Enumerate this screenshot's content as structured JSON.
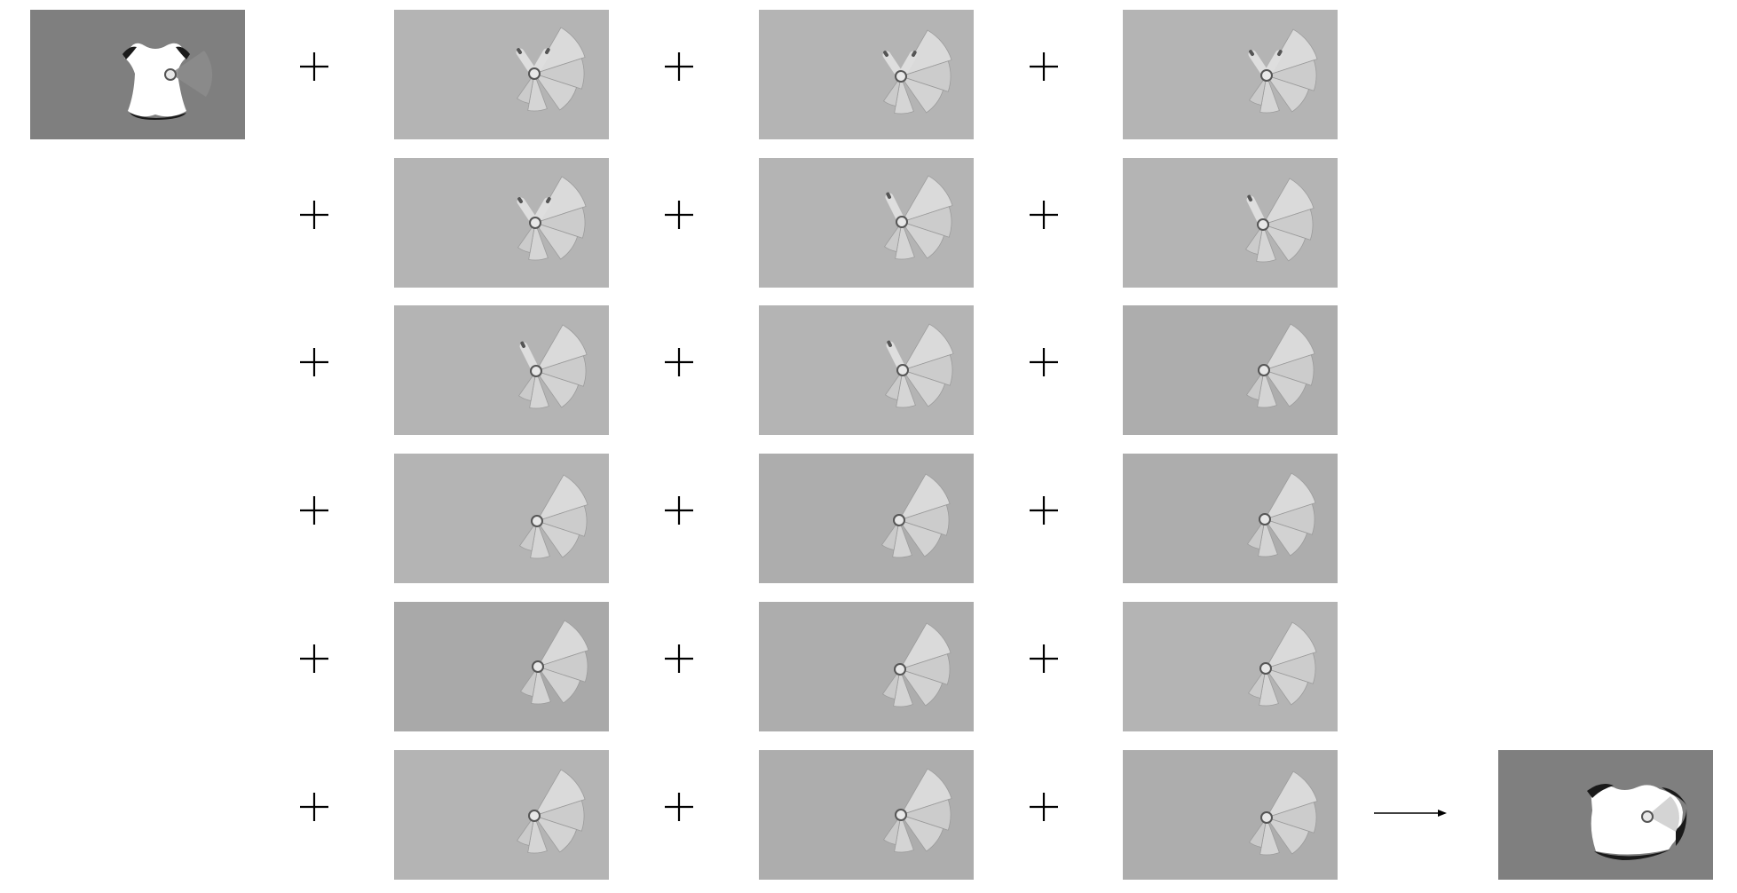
{
  "colors": {
    "background": "#ffffff",
    "operator": "#000000",
    "dark_panel": "#7f7f7f",
    "light_panel_a": "#b4b4b4",
    "light_panel_b": "#adadad",
    "light_panel_c": "#a9a9a9",
    "mask_white": "#ffffff",
    "mask_dark": "#1a1a1a",
    "component_light": "#dedede",
    "component_shadow": "#9a9a9a",
    "joint_ring": "#555555"
  },
  "equation": {
    "operator_symbol": "+",
    "result_symbol": "arrow-right",
    "input": {
      "kind": "full-shirt-mask",
      "panel": "dark_panel"
    },
    "terms": [
      {
        "row": 1,
        "col": 1,
        "shape": "x-arms-fan",
        "panel": "light_panel_a"
      },
      {
        "row": 1,
        "col": 2,
        "shape": "x-arms-fan",
        "panel": "light_panel_a"
      },
      {
        "row": 1,
        "col": 3,
        "shape": "x-arms-fan",
        "panel": "light_panel_a"
      },
      {
        "row": 2,
        "col": 1,
        "shape": "x-arms-fan",
        "panel": "light_panel_a"
      },
      {
        "row": 2,
        "col": 2,
        "shape": "single-arm-fan",
        "panel": "light_panel_a"
      },
      {
        "row": 2,
        "col": 3,
        "shape": "single-arm-fan",
        "panel": "light_panel_a"
      },
      {
        "row": 3,
        "col": 1,
        "shape": "single-arm-fan",
        "panel": "light_panel_a"
      },
      {
        "row": 3,
        "col": 2,
        "shape": "single-arm-fan",
        "panel": "light_panel_a"
      },
      {
        "row": 3,
        "col": 3,
        "shape": "fan-only",
        "panel": "light_panel_b"
      },
      {
        "row": 4,
        "col": 1,
        "shape": "fan-only",
        "panel": "light_panel_a"
      },
      {
        "row": 4,
        "col": 2,
        "shape": "fan-only",
        "panel": "light_panel_b"
      },
      {
        "row": 4,
        "col": 3,
        "shape": "fan-only",
        "panel": "light_panel_b"
      },
      {
        "row": 5,
        "col": 1,
        "shape": "fan-only",
        "panel": "light_panel_c"
      },
      {
        "row": 5,
        "col": 2,
        "shape": "fan-only",
        "panel": "light_panel_b"
      },
      {
        "row": 5,
        "col": 3,
        "shape": "fan-only",
        "panel": "light_panel_a"
      },
      {
        "row": 6,
        "col": 1,
        "shape": "fan-only",
        "panel": "light_panel_a"
      },
      {
        "row": 6,
        "col": 2,
        "shape": "fan-only",
        "panel": "light_panel_b"
      },
      {
        "row": 6,
        "col": 3,
        "shape": "fan-only",
        "panel": "light_panel_b"
      }
    ],
    "output": {
      "kind": "boxy-shirt-mask",
      "panel": "dark_panel"
    }
  }
}
